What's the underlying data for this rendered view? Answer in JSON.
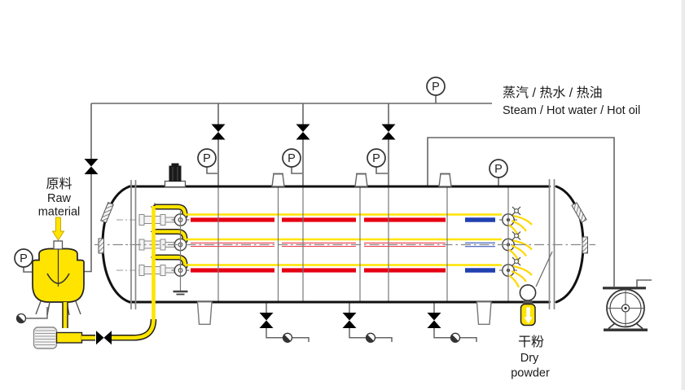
{
  "labels": {
    "heating_medium_cn": "蒸汽 / 热水 / 热油",
    "heating_medium_en": "Steam / Hot water / Hot oil",
    "raw_material_cn": "原料",
    "raw_material_en_line1": "Raw",
    "raw_material_en_line2": "material",
    "dry_powder_cn": "干粉",
    "dry_powder_en_line1": "Dry",
    "dry_powder_en_line2": "powder"
  },
  "gauges": {
    "top_manifold": "P",
    "inlet_1": "P",
    "inlet_2": "P",
    "inlet_3": "P",
    "vessel_top": "P",
    "feed_tank": "P"
  },
  "colors": {
    "pipe_yellow": "#ffe400",
    "tube_red": "#e60014",
    "tube_blue": "#2140b0",
    "pipe_line": "#666666",
    "vessel_outline": "#111111"
  }
}
